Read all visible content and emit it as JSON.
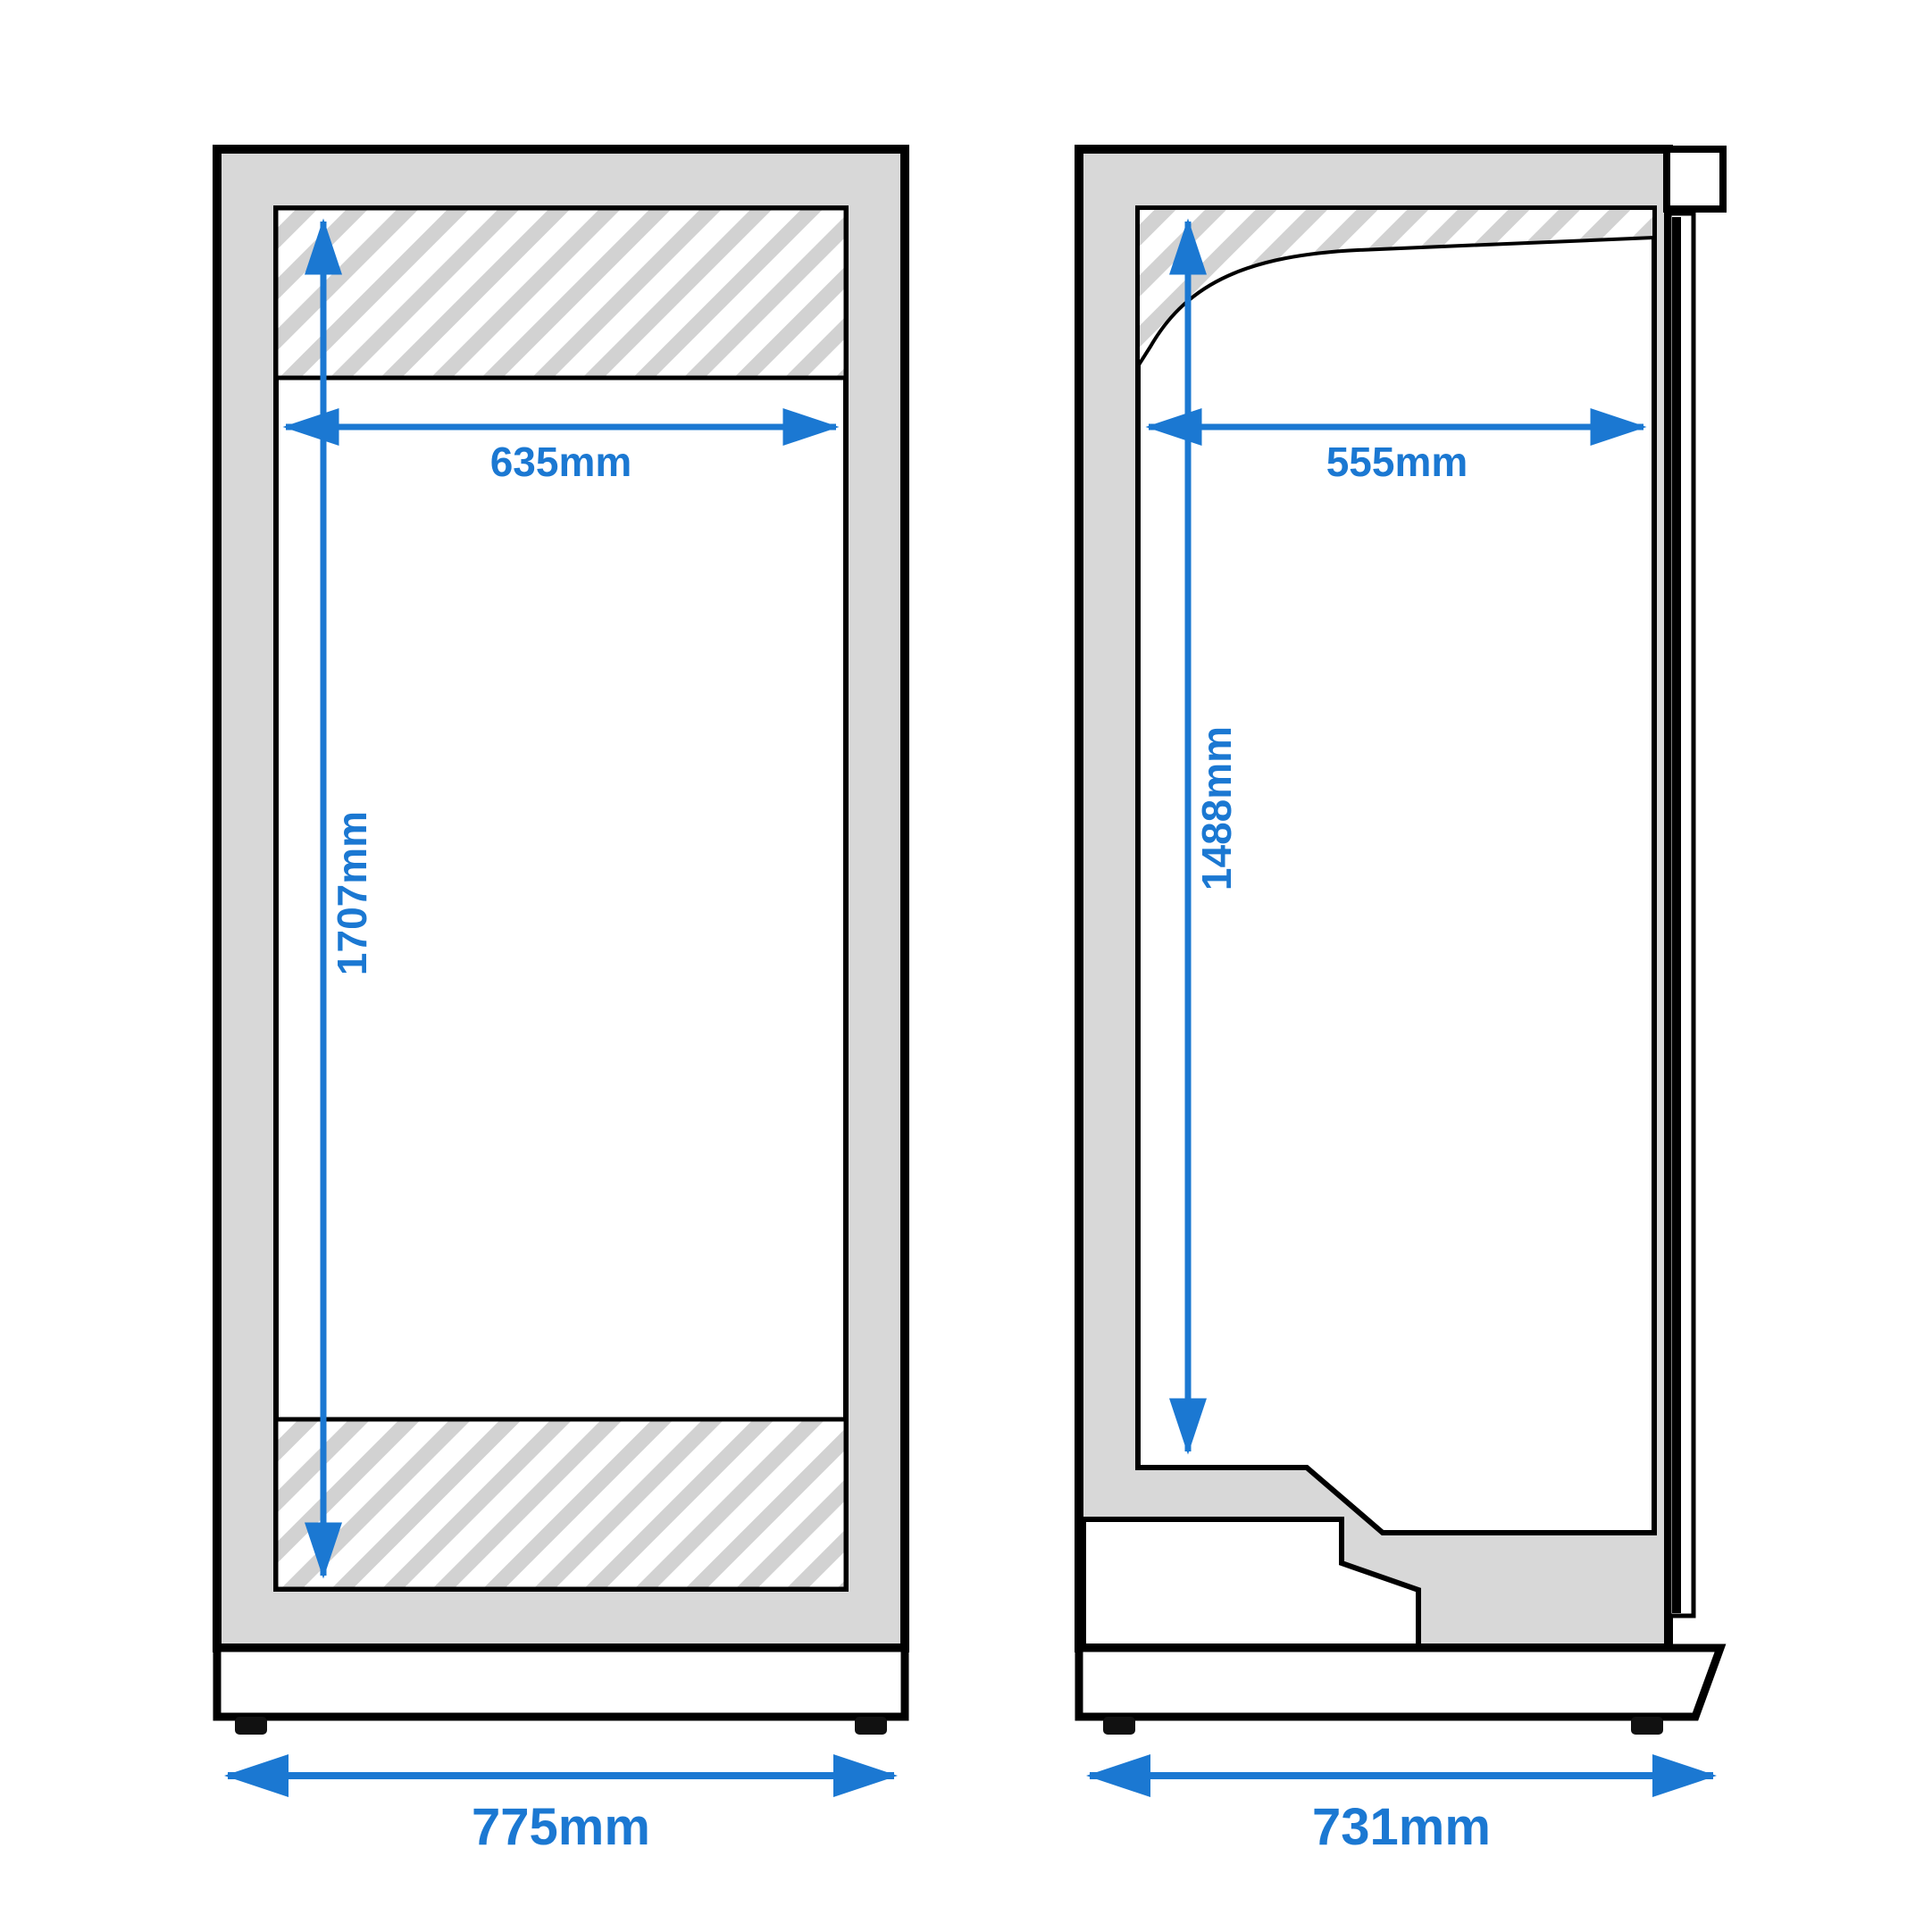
{
  "colors": {
    "accent": "#1b78d2",
    "panel": "#d8d8d8",
    "line": "#000000",
    "hatch_stripe": "#d2d2d2"
  },
  "front_view": {
    "width_label": "635mm",
    "height_label": "1707mm",
    "overall_width_label": "775mm"
  },
  "side_view": {
    "depth_label": "555mm",
    "height_label": "1488mm",
    "overall_depth_label": "731mm"
  }
}
